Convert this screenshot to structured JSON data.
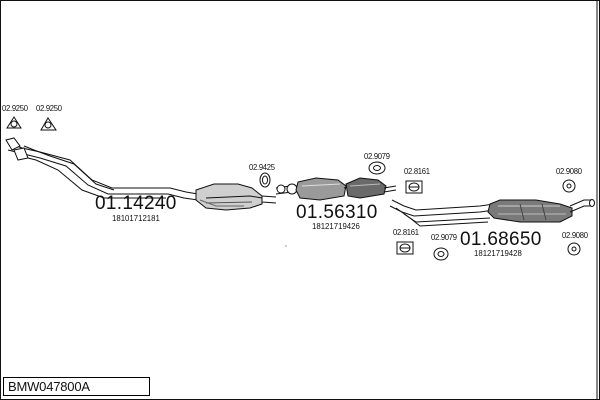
{
  "model_code": "BMW047800A",
  "sections": [
    {
      "part_number": "01.14240",
      "oem_number": "18101712181"
    },
    {
      "part_number": "01.56310",
      "oem_number": "18121719426"
    },
    {
      "part_number": "01.68650",
      "oem_number": "18121719428"
    }
  ],
  "fittings": {
    "clamp_left": "02.9250",
    "clamp_right": "02.9250",
    "gasket_front": "02.9425",
    "ring_mid": "02.9079",
    "ring_mid_b": "02.9079",
    "bracket_upper": "02.8161",
    "bracket_lower": "02.8161",
    "mount_top": "02.9080",
    "mount_bottom": "02.9080"
  },
  "colors": {
    "line": "#111111",
    "fill_light": "#cfcfcf",
    "fill_dark": "#6a6a6a",
    "background": "#ffffff"
  }
}
